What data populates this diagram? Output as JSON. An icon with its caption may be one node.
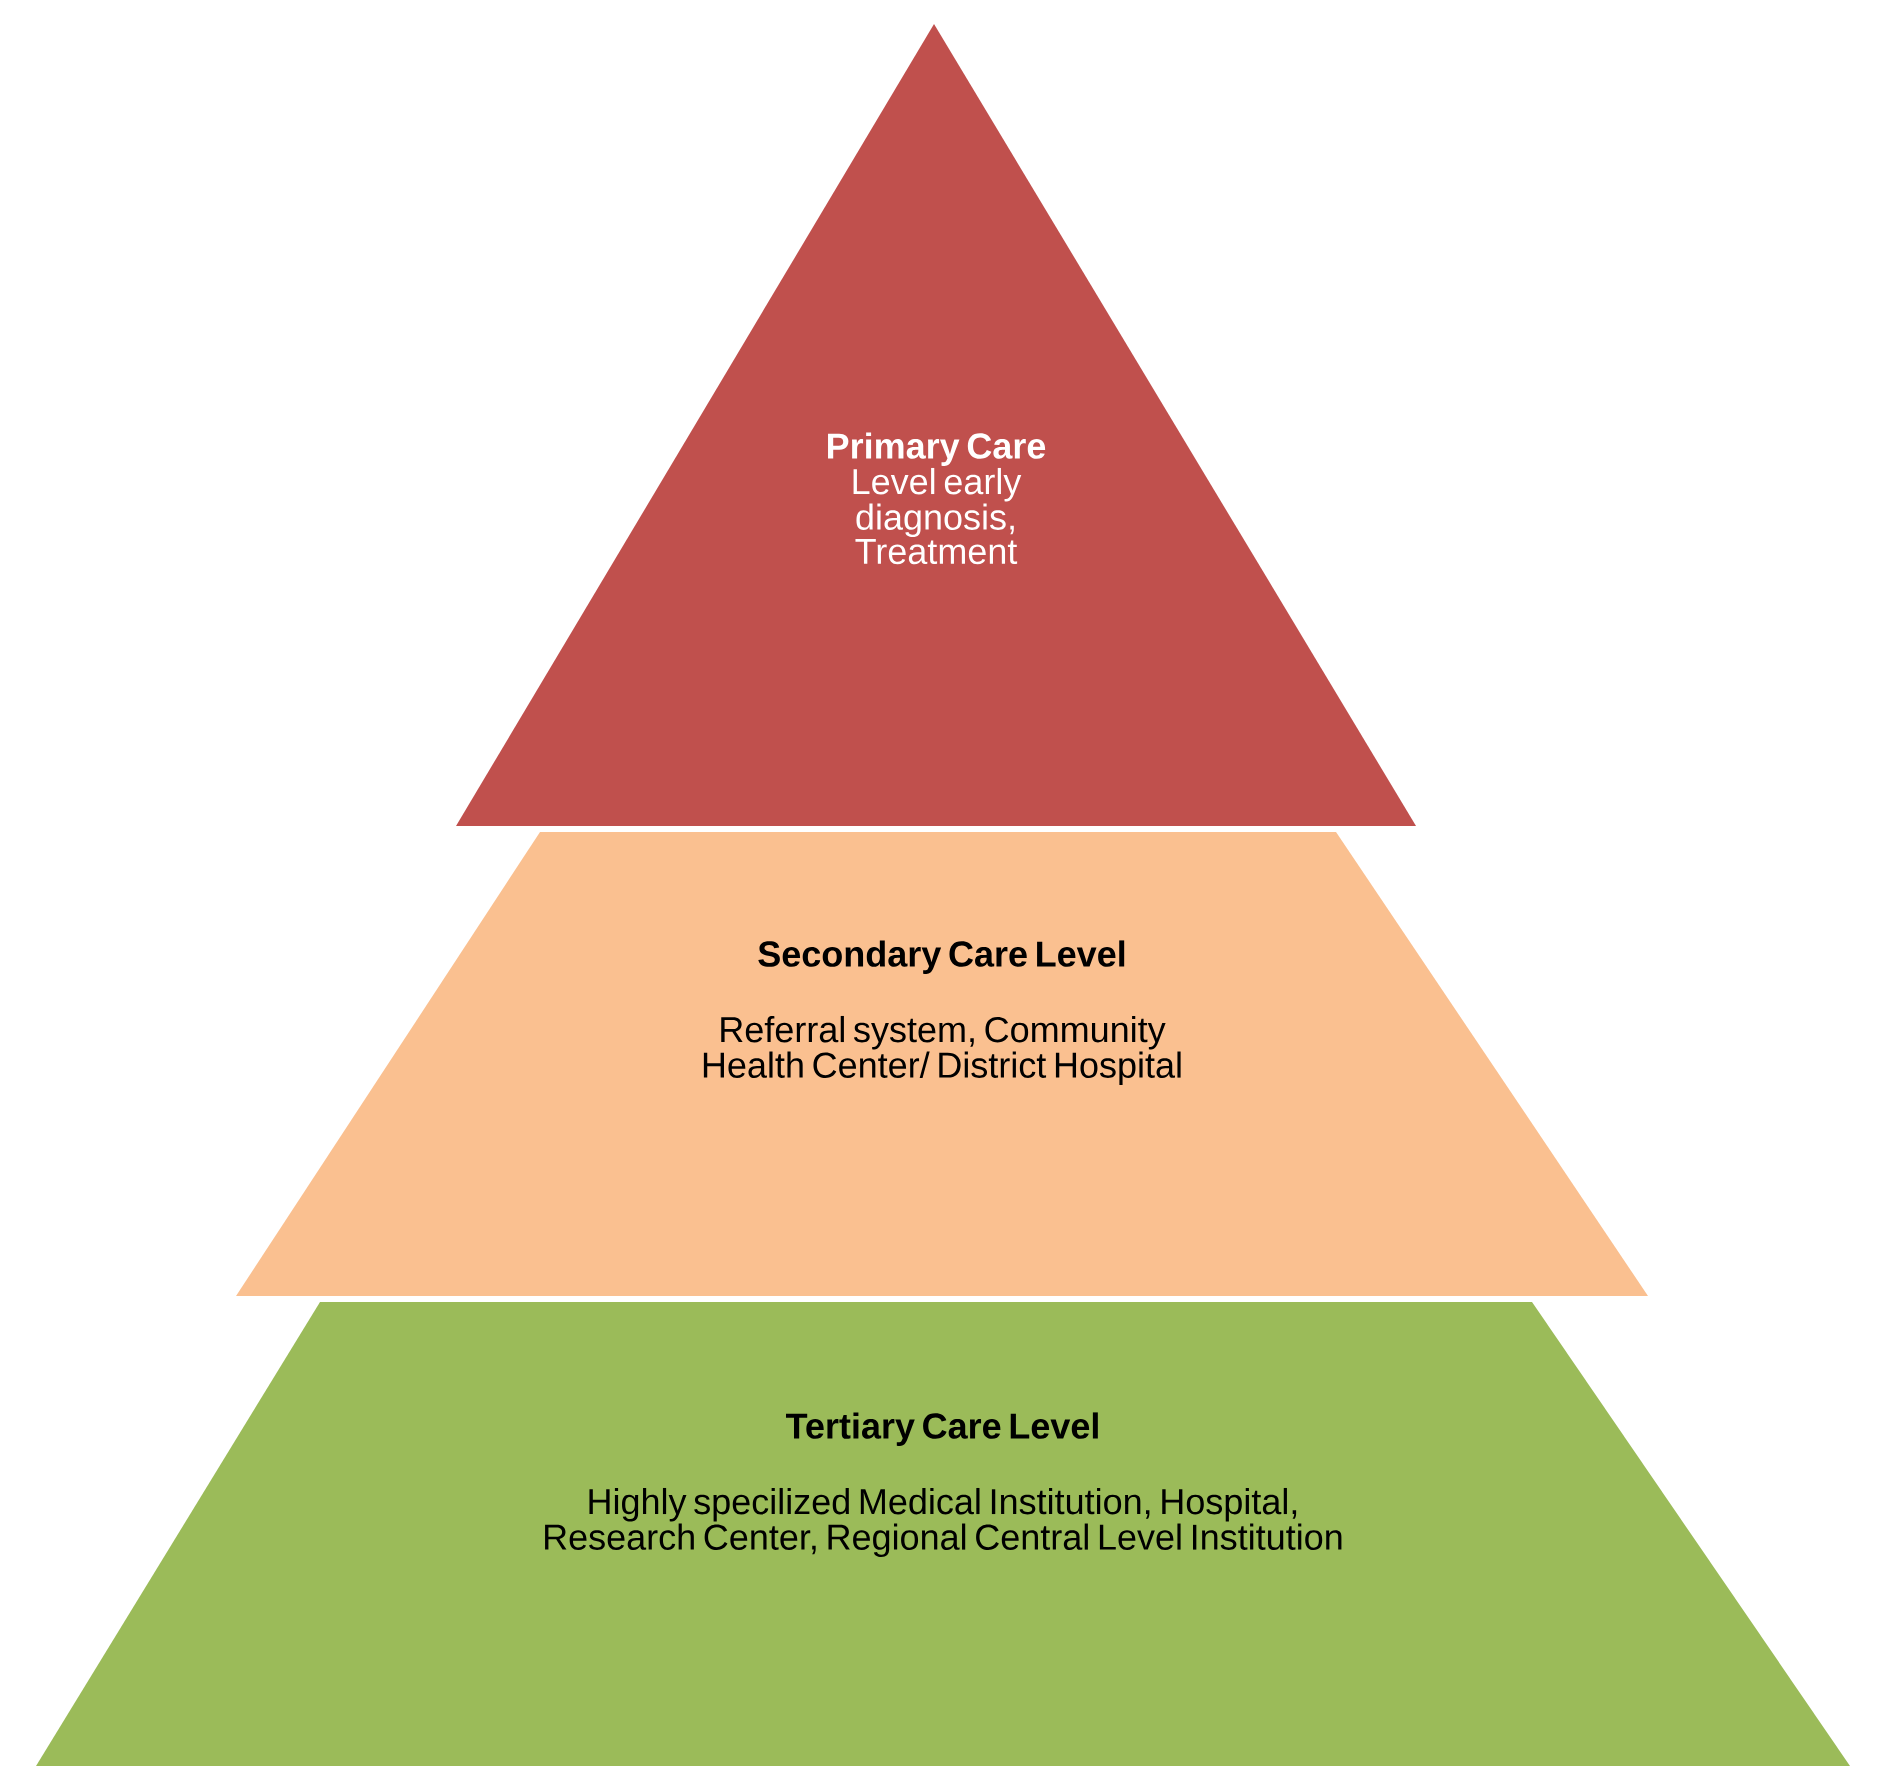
{
  "diagram": {
    "nodes": [
      {
        "text": [
          "Primary Care",
          "Level early diagnosis, Treatment"
        ]
      },
      {
        "text": [
          "Secondary Care Level",
          "Referral system, Community Health Center/ District Hospital"
        ]
      },
      {
        "text": [
          "Tertiary Care Level",
          "Highly specilized Medical Institution, Hospital, Research Center, Regional Central Level Institution"
        ]
      }
    ]
  }
}
